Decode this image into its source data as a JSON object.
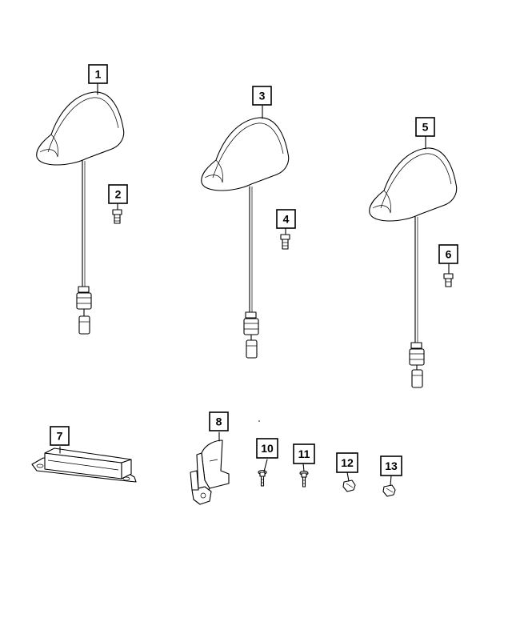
{
  "callouts": [
    "1",
    "2",
    "3",
    "4",
    "5",
    "6",
    "7",
    "8",
    "10",
    "11",
    "12",
    "13"
  ]
}
